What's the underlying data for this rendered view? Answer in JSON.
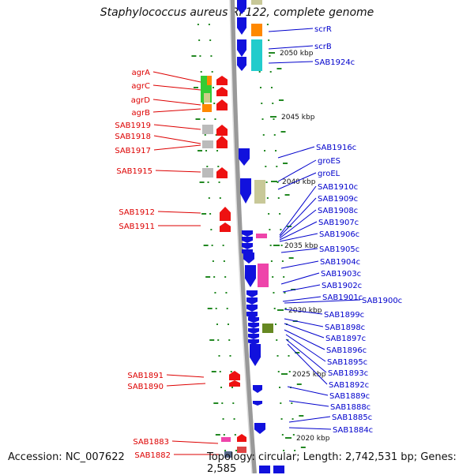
{
  "title": "Staphylococcus aureus RF122, complete genome",
  "footer": {
    "accession": "Accession: NC_007622",
    "stats": "Topology: circular; Length: 2,742,531 bp; Genes: 2,585"
  },
  "colors": {
    "left_label": "#dd0000",
    "right_label": "#0000cc",
    "backbone": "#999999",
    "tick": "#228822",
    "gene_blue": "#1111dd",
    "gene_red": "#ee1111"
  },
  "kbp_labels": [
    "2050 kbp",
    "2045 kbp",
    "2040 kbp",
    "2035 kbp",
    "2030 kbp",
    "2025 kbp",
    "2020 kbp"
  ],
  "left_genes": [
    "agrA",
    "agrC",
    "agrD",
    "agrB",
    "SAB1919",
    "SAB1918",
    "SAB1917",
    "SAB1915",
    "SAB1912",
    "SAB1911",
    "SAB1891",
    "SAB1890",
    "SAB1883",
    "SAB1882"
  ],
  "right_genes": [
    "scrR",
    "scrB",
    "SAB1924c",
    "SAB1916c",
    "groES",
    "groEL",
    "SAB1910c",
    "SAB1909c",
    "SAB1908c",
    "SAB1907c",
    "SAB1906c",
    "SAB1905c",
    "SAB1904c",
    "SAB1903c",
    "SAB1902c",
    "SAB1901c",
    "SAB1900c",
    "SAB1899c",
    "SAB1898c",
    "SAB1897c",
    "SAB1896c",
    "SAB1895c",
    "SAB1893c",
    "SAB1892c",
    "SAB1889c",
    "SAB1888c",
    "SAB1885c",
    "SAB1884c"
  ]
}
